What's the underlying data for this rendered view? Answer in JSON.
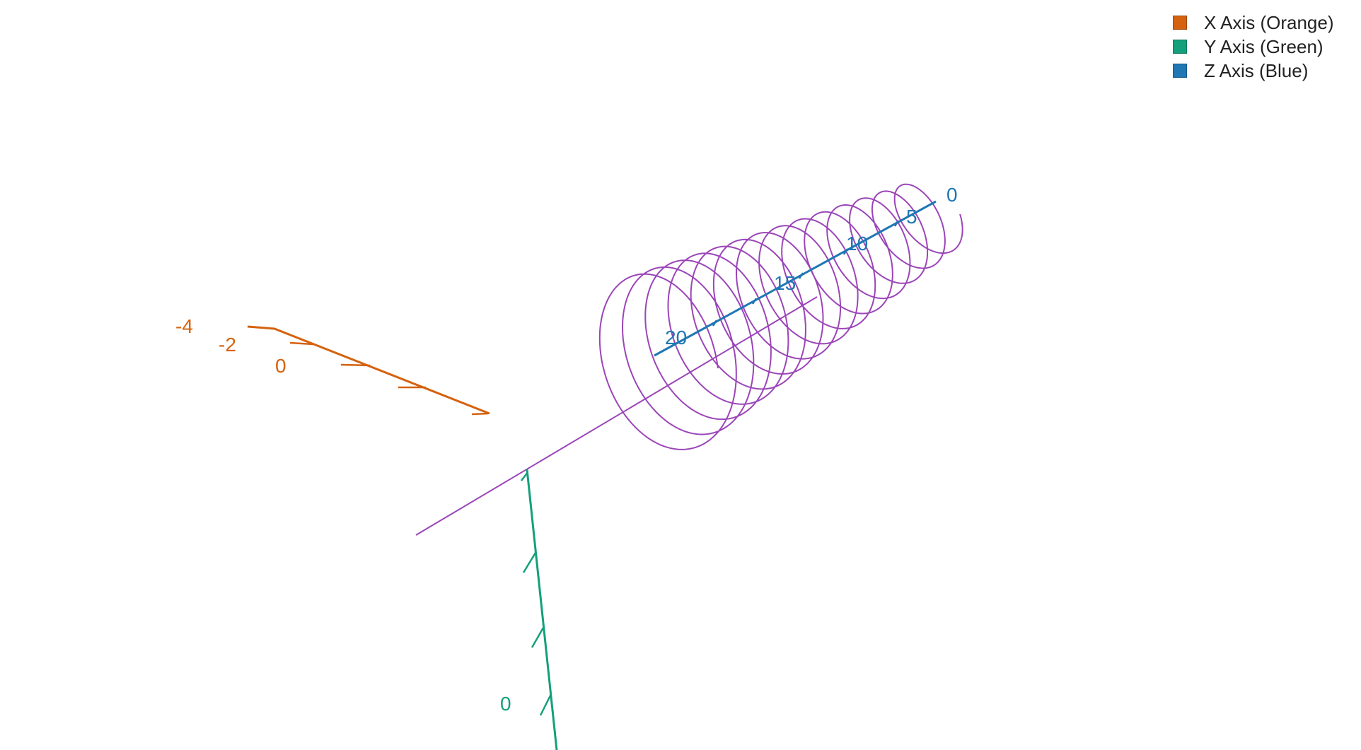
{
  "chart_data": {
    "type": "line",
    "title": "",
    "curve": {
      "name": "",
      "color": "#9b45b8",
      "description_type": "helix",
      "radius": 4,
      "z_range": [
        0,
        24
      ],
      "turns": 14
    },
    "axes": {
      "x": {
        "color": "#d5620e",
        "tick_labels": [
          "-4",
          "-2",
          "0"
        ]
      },
      "y": {
        "color": "#13a07a",
        "tick_labels": [
          "0"
        ]
      },
      "z": {
        "color": "#1f77b4",
        "tick_labels": [
          "0",
          "5",
          "10",
          "15",
          "20"
        ]
      }
    },
    "legend": {
      "position": "top-right",
      "items": [
        {
          "label": "X Axis (Orange)",
          "color": "#d5620e"
        },
        {
          "label": "Y Axis (Green)",
          "color": "#13a07a"
        },
        {
          "label": "Z Axis (Blue)",
          "color": "#1f77b4"
        }
      ]
    },
    "grid": false
  }
}
